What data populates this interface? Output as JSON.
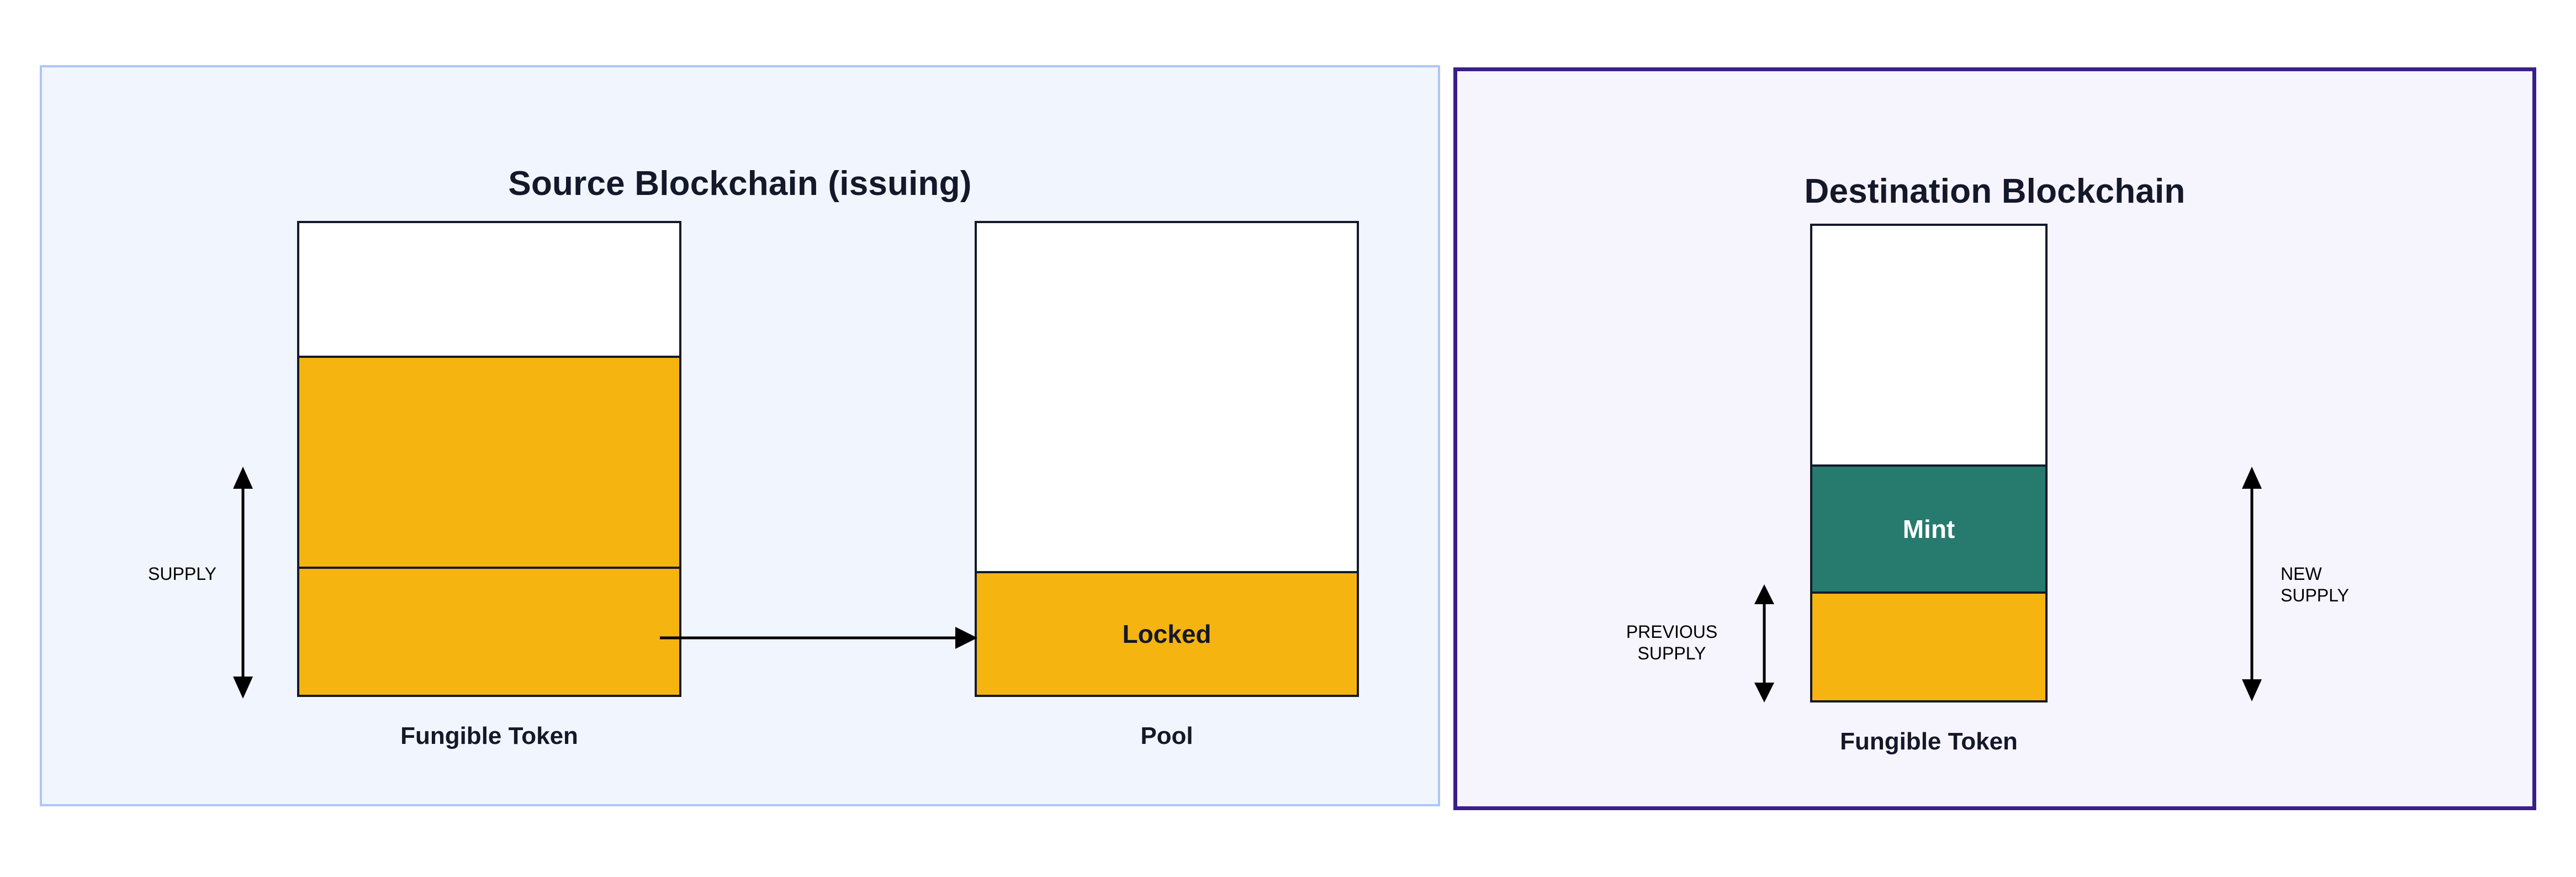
{
  "diagram": {
    "title_left": "Source Blockchain (issuing)",
    "title_right": "Destination Blockchain",
    "colors": {
      "yellow": "#f5b410",
      "teal": "#277a6e",
      "outline": "#15192b",
      "source_panel_border": "#aec6f5",
      "source_panel_fill": "#f1f5fd",
      "destination_panel_border": "#3a1f87",
      "destination_panel_fill": "#f6f4fd"
    }
  },
  "source": {
    "title": "Source Blockchain (issuing)",
    "token_bar": {
      "caption": "Fungible Token",
      "segments": [
        {
          "name": "empty",
          "label": ""
        },
        {
          "name": "supply-upper",
          "label": ""
        },
        {
          "name": "supply-lower",
          "label": ""
        }
      ]
    },
    "pool_bar": {
      "caption": "Pool",
      "segments": [
        {
          "name": "empty",
          "label": ""
        },
        {
          "name": "locked",
          "label": "Locked"
        }
      ]
    },
    "supply_measure": {
      "label": "SUPPLY"
    },
    "transfer_arrow": {
      "label": ""
    }
  },
  "destination": {
    "title": "Destination Blockchain",
    "token_bar": {
      "caption": "Fungible Token",
      "segments": [
        {
          "name": "empty",
          "label": ""
        },
        {
          "name": "mint",
          "label": "Mint"
        },
        {
          "name": "previous-supply",
          "label": ""
        }
      ]
    },
    "previous_supply_measure": {
      "label": "PREVIOUS\nSUPPLY"
    },
    "new_supply_measure": {
      "label": "NEW\nSUPPLY"
    }
  }
}
